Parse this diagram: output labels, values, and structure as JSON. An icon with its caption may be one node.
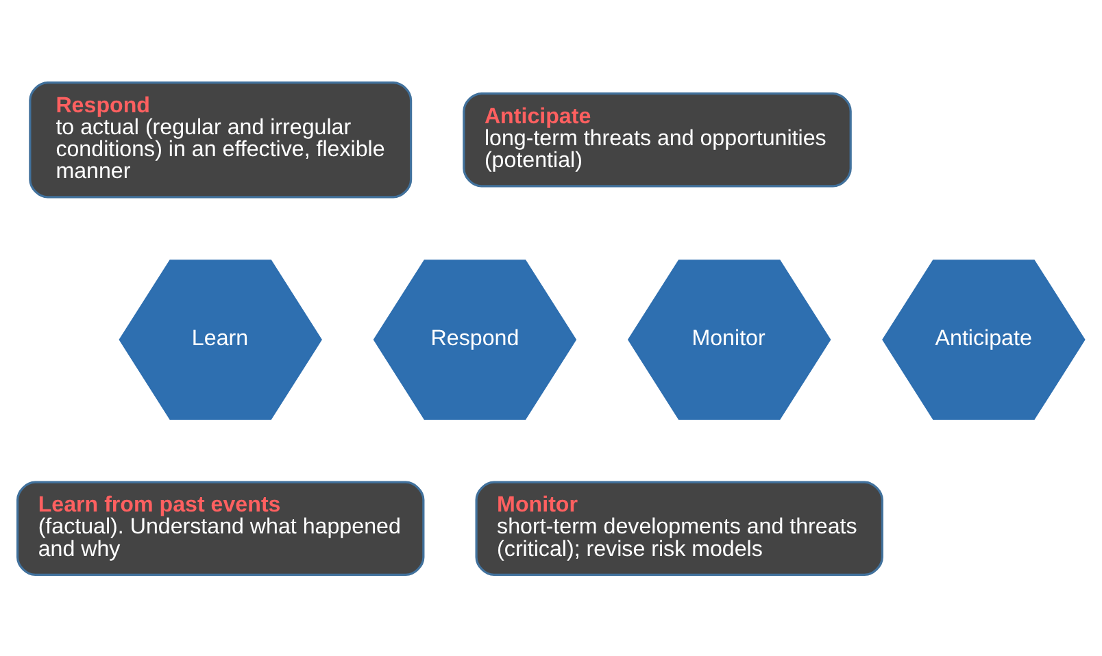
{
  "diagram": {
    "nodes": [
      {
        "text": [
          "Respond",
          "to actual (regular and irregular conditions) in an effective, flexible manner"
        ]
      },
      {
        "text": [
          "Anticipate",
          "long-term threats and opportunities (potential)"
        ]
      },
      {
        "text": [
          "Learn"
        ]
      },
      {
        "text": [
          "Respond"
        ]
      },
      {
        "text": [
          "Monitor"
        ]
      },
      {
        "text": [
          "Anticipate"
        ]
      },
      {
        "text": [
          "Learn from past events",
          "(factual). Understand what happened and why"
        ]
      },
      {
        "text": [
          "Monitor",
          "short-term developments and threats (critical); revise risk models"
        ]
      }
    ]
  }
}
